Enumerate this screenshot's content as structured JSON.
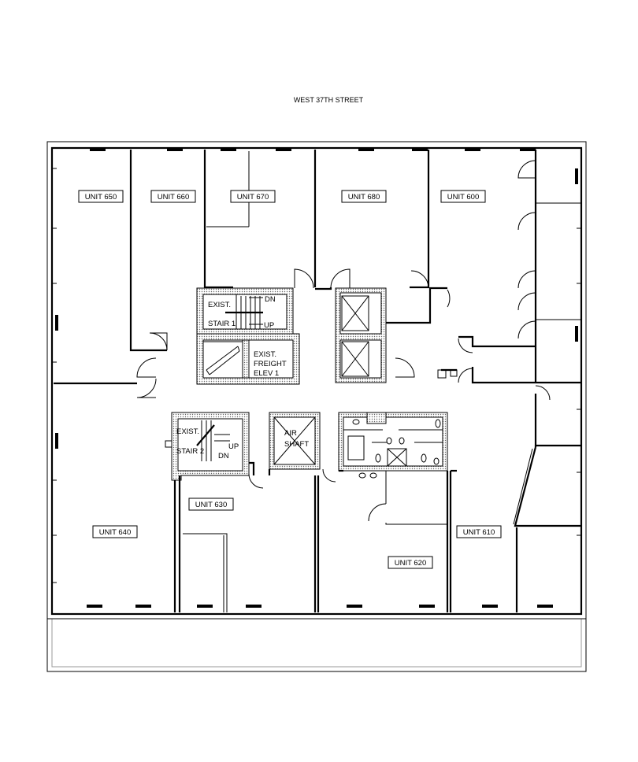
{
  "street": "WEST 37TH STREET",
  "units": {
    "u650": "UNIT 650",
    "u660": "UNIT 660",
    "u670": "UNIT 670",
    "u680": "UNIT 680",
    "u600": "UNIT 600",
    "u640": "UNIT 640",
    "u630": "UNIT 630",
    "u620": "UNIT 620",
    "u610": "UNIT 610"
  },
  "core": {
    "stair1": {
      "exist": "EXIST.",
      "name": "STAIR 1",
      "dn": "DN",
      "up": "UP"
    },
    "stair2": {
      "exist": "EXIST.",
      "name": "STAIR 2",
      "dn": "DN",
      "up": "UP"
    },
    "freight": {
      "l1": "EXIST.",
      "l2": "FREIGHT",
      "l3": "ELEV 1"
    },
    "shaft": {
      "l1": "AIR",
      "l2": "SHAFT"
    }
  }
}
